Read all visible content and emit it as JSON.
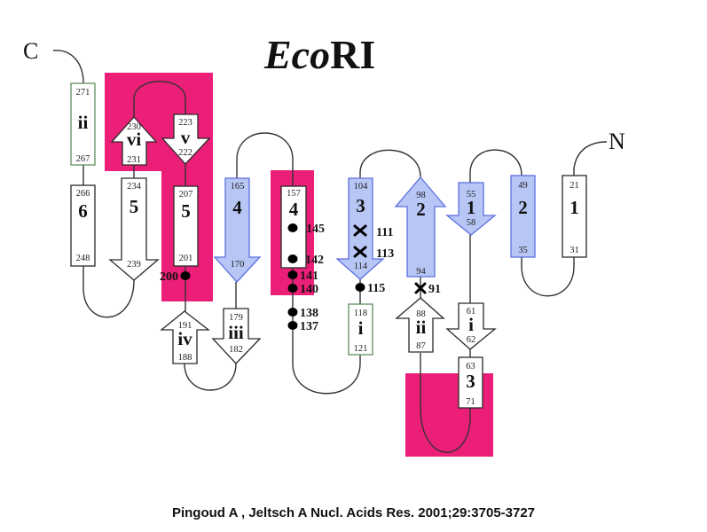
{
  "title": {
    "italic": "Eco",
    "normal": "RI"
  },
  "termini": {
    "c": "C",
    "n": "N"
  },
  "citation": "Pingoud A , Jeltsch A Nucl. Acids Res. 2001;29:3705-3727",
  "colors": {
    "highlight": "#ec1f78",
    "strand_blue_fill": "#b7c6f5",
    "strand_blue_stroke": "#5b6fe0",
    "outline": "#2a2a2a",
    "helix_border_green": "#6a9a6a"
  },
  "elements": {
    "helix_ii": {
      "label": "ii",
      "start": "271",
      "end": "267"
    },
    "helix_6": {
      "label": "6",
      "start": "266",
      "end": "248"
    },
    "strand_vi": {
      "label": "vi",
      "start": "230",
      "end": "231"
    },
    "strand_v": {
      "label": "v",
      "start": "223",
      "end": "222"
    },
    "strand_5": {
      "label": "5",
      "start": "234",
      "end": "239"
    },
    "helix_5": {
      "label": "5",
      "start": "207",
      "end": "201"
    },
    "strand_4": {
      "label": "4",
      "start": "165",
      "end": "170"
    },
    "helix_4": {
      "label": "4",
      "start": "157",
      "end": ""
    },
    "strand_3": {
      "label": "3",
      "start": "104",
      "end": "114"
    },
    "strand_2": {
      "label": "2",
      "start": "98",
      "end": "94"
    },
    "strand_1": {
      "label": "1",
      "start": "55",
      "end": "58"
    },
    "helix_2": {
      "label": "2",
      "start": "49",
      "end": "35"
    },
    "helix_1": {
      "label": "1",
      "start": "21",
      "end": "31"
    },
    "strand_iv": {
      "label": "iv",
      "start": "191",
      "end": "188"
    },
    "strand_iii": {
      "label": "iii",
      "start": "179",
      "end": "182"
    },
    "helix_i": {
      "label": "i",
      "start": "118",
      "end": "121"
    },
    "strand_ii": {
      "label": "ii",
      "start": "88",
      "end": "87"
    },
    "strand_i": {
      "label": "i",
      "start": "61",
      "end": "62"
    },
    "helix_3": {
      "label": "3",
      "start": "63",
      "end": "71"
    }
  },
  "sites": {
    "dots": [
      "200",
      "145",
      "142",
      "141",
      "140",
      "138",
      "137",
      "115"
    ],
    "crosses": [
      "111",
      "113",
      "91"
    ]
  }
}
